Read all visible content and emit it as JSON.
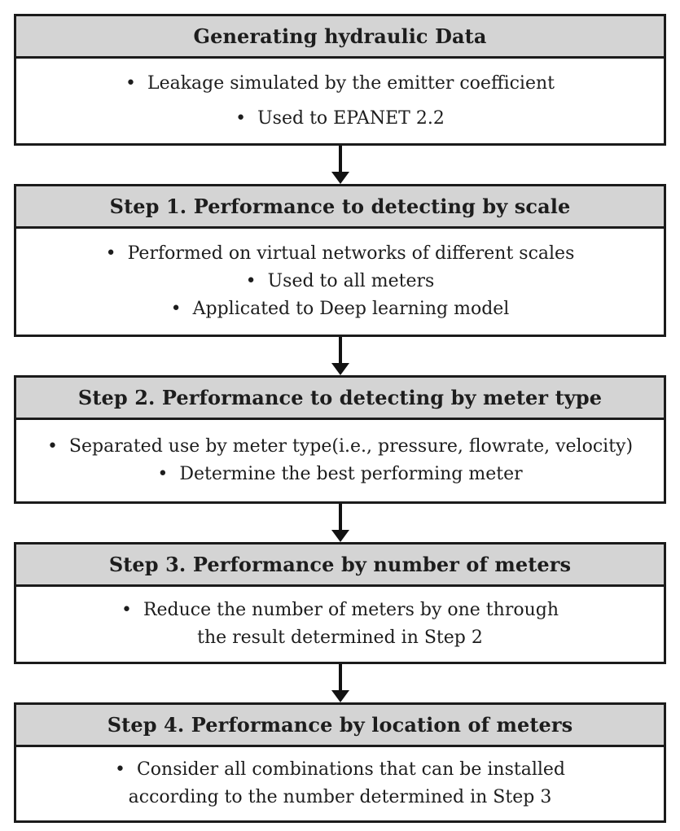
{
  "bullet_glyph": "•",
  "colors": {
    "header_bg": "#d4d4d4",
    "border": "#1b1b1b",
    "text": "#1d1d1d",
    "arrow": "#121212",
    "background": "#ffffff"
  },
  "boxes": [
    {
      "title": "Generating hydraulic Data",
      "bullets": [
        {
          "lines": [
            "Leakage simulated by the emitter coefficient"
          ]
        },
        {
          "lines": [
            "Used to EPANET 2.2"
          ]
        }
      ]
    },
    {
      "title": "Step 1. Performance to detecting by scale",
      "bullets": [
        {
          "lines": [
            "Performed on virtual networks of different scales"
          ]
        },
        {
          "lines": [
            "Used to all meters"
          ]
        },
        {
          "lines": [
            "Applicated to Deep learning model"
          ]
        }
      ]
    },
    {
      "title": "Step 2. Performance to detecting by meter type",
      "bullets": [
        {
          "lines": [
            "Separated use by meter type(i.e., pressure, flowrate, velocity)"
          ]
        },
        {
          "lines": [
            "Determine the best performing meter"
          ]
        }
      ]
    },
    {
      "title": "Step 3. Performance by number of meters",
      "bullets": [
        {
          "lines": [
            "Reduce the number of meters by one through",
            "the result determined in Step 2"
          ]
        }
      ]
    },
    {
      "title": "Step 4. Performance by location of meters",
      "bullets": [
        {
          "lines": [
            "Consider all combinations that can be installed",
            "according to the number determined in Step 3"
          ]
        }
      ]
    }
  ]
}
